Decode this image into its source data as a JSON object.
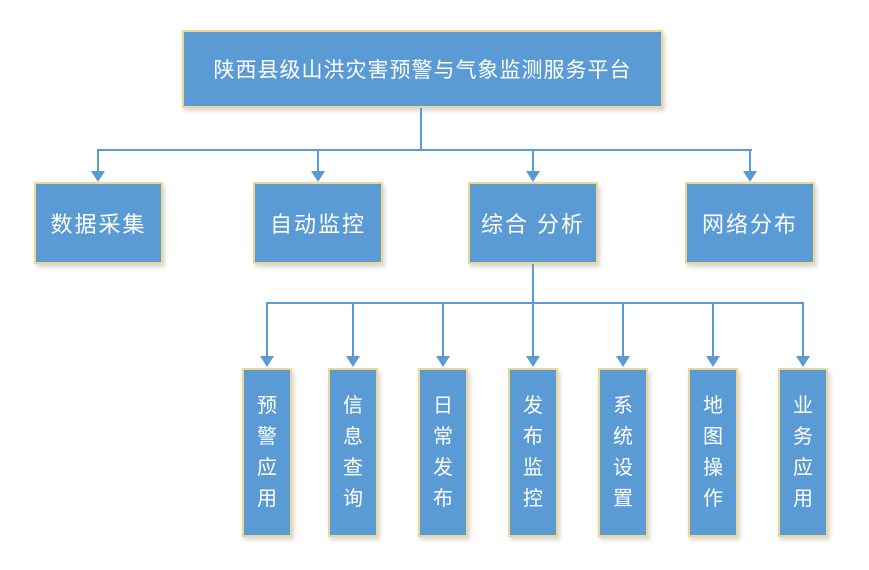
{
  "diagram": {
    "type": "org-chart",
    "root": {
      "label": "陕西县级山洪灾害预警与气象监测服务平台"
    },
    "level2": [
      {
        "label": "数据采集"
      },
      {
        "label": "自动监控"
      },
      {
        "label": "综合 分析"
      },
      {
        "label": "网络分布"
      }
    ],
    "level3_parent": "综合 分析",
    "level3": [
      {
        "label": "预警应用"
      },
      {
        "label": "信息查询"
      },
      {
        "label": "日常发布"
      },
      {
        "label": "发布监控"
      },
      {
        "label": "系统设置"
      },
      {
        "label": "地图操作"
      },
      {
        "label": "业务应用"
      }
    ],
    "colors": {
      "box_fill": "#5b9bd5",
      "box_border": "#ecd893",
      "line": "#5b9bd5",
      "text": "#ffffff",
      "background": "#ffffff"
    }
  }
}
